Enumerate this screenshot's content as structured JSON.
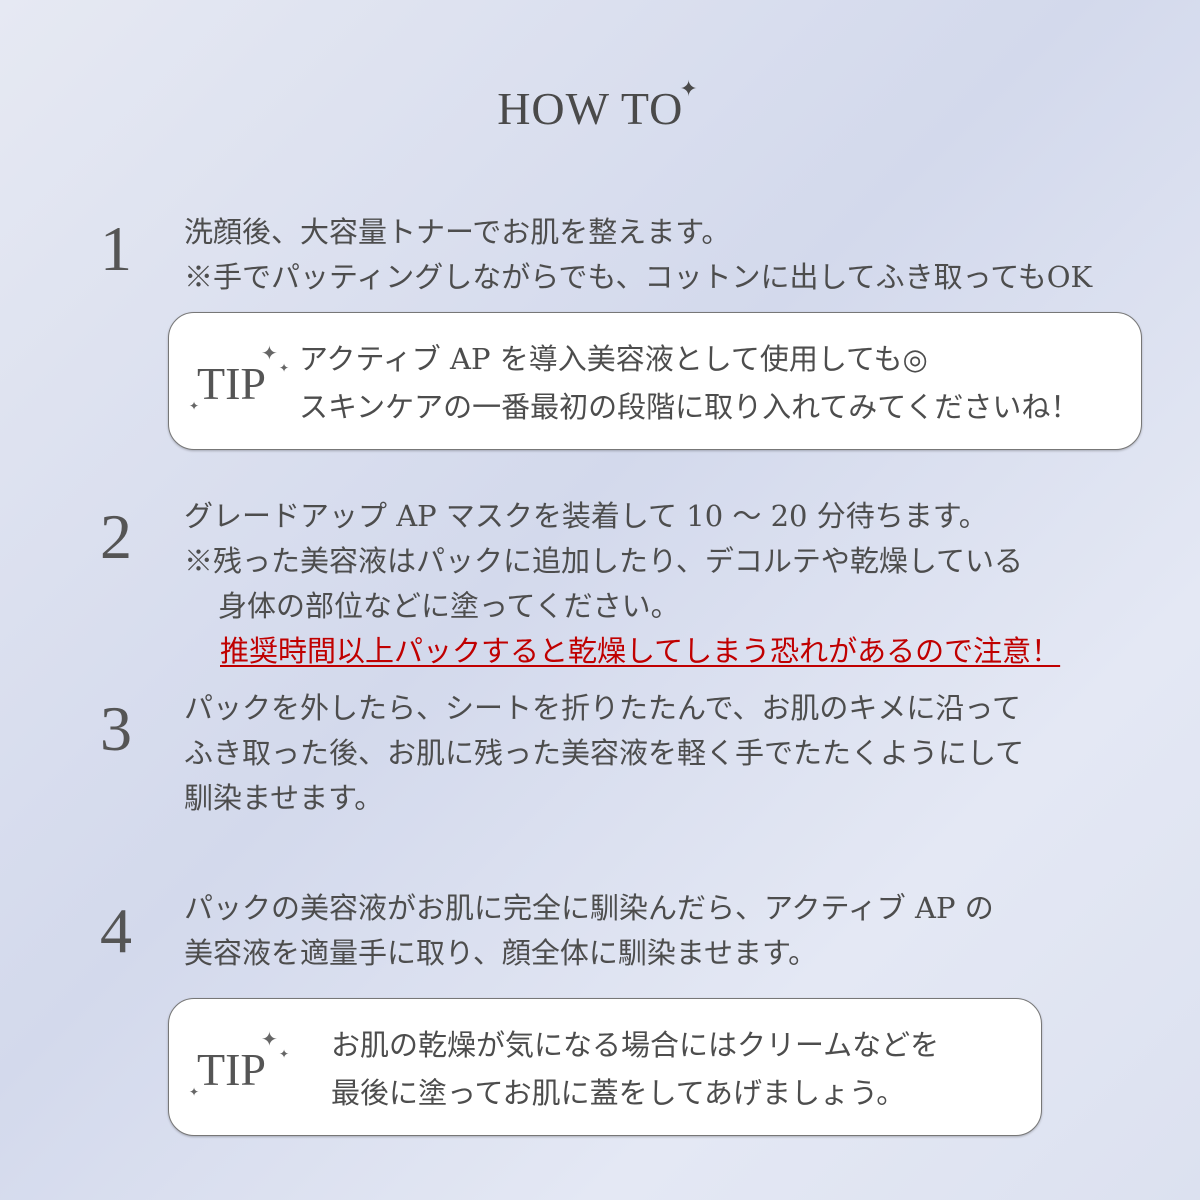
{
  "title": "HOW TO",
  "steps": [
    {
      "number": "1",
      "lines": [
        "洗顔後、大容量トナーでお肌を整えます。",
        "※手でパッティングしながらでも、コットンに出してふき取ってもOK"
      ]
    },
    {
      "number": "2",
      "lines": [
        "グレードアップ AP マスクを装着して 10 〜 20 分待ちます。",
        "※残った美容液はパックに追加したり、デコルテや乾燥している",
        "身体の部位などに塗ってください。"
      ],
      "warning": "推奨時間以上パックすると乾燥してしまう恐れがあるので注意！"
    },
    {
      "number": "3",
      "lines": [
        "パックを外したら、シートを折りたたんで、お肌のキメに沿って",
        "ふき取った後、お肌に残った美容液を軽く手でたたくようにして",
        "馴染ませます。"
      ]
    },
    {
      "number": "4",
      "lines": [
        "パックの美容液がお肌に完全に馴染んだら、アクティブ AP の",
        "美容液を適量手に取り、顔全体に馴染ませます。"
      ]
    }
  ],
  "tips": [
    {
      "label": "TIP",
      "lines": [
        "アクティブ AP を導入美容液として使用しても◎",
        "スキンケアの一番最初の段階に取り入れてみてくださいね！"
      ]
    },
    {
      "label": "TIP",
      "lines": [
        "お肌の乾燥が気になる場合にはクリームなどを",
        "最後に塗ってお肌に蓋をしてあげましょう。"
      ]
    }
  ],
  "colors": {
    "warning": "#c00000",
    "text": "#4d4d4d"
  }
}
